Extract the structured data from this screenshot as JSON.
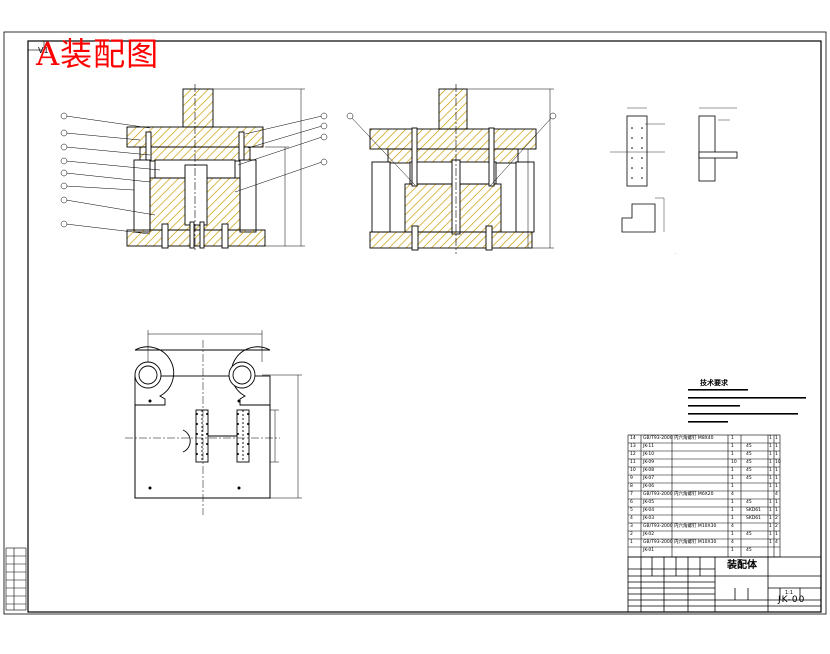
{
  "header": {
    "version_mark": "V1",
    "title": "A装配图"
  },
  "tech_requirements": {
    "heading": "技术要求"
  },
  "title_block": {
    "assembly_name": "装配体",
    "drawing_number": "JK-00",
    "scale": "1:1"
  },
  "parts_list": {
    "rows": [
      {
        "no": "14",
        "code": "GB/T93-2000",
        "name": "内六角螺钉 M8X40",
        "qty": "1",
        "material": "",
        "a": "1",
        "b": "1"
      },
      {
        "no": "13",
        "code": "JK-11",
        "name": "",
        "qty": "1",
        "material": "45",
        "a": "1",
        "b": "1"
      },
      {
        "no": "12",
        "code": "JK-10",
        "name": "",
        "qty": "1",
        "material": "45",
        "a": "1",
        "b": "1"
      },
      {
        "no": "11",
        "code": "JK-09",
        "name": "",
        "qty": "10",
        "material": "45",
        "a": "1",
        "b": "10"
      },
      {
        "no": "10",
        "code": "JK-08",
        "name": "",
        "qty": "1",
        "material": "45",
        "a": "1",
        "b": "1"
      },
      {
        "no": "9",
        "code": "JK-07",
        "name": "",
        "qty": "1",
        "material": "45",
        "a": "1",
        "b": "1"
      },
      {
        "no": "8",
        "code": "JK-06",
        "name": "",
        "qty": "1",
        "material": "",
        "a": "1",
        "b": "1"
      },
      {
        "no": "7",
        "code": "GB/T93-2000",
        "name": "内六角螺钉 M6X20",
        "qty": "4",
        "material": "",
        "a": "",
        "b": "4"
      },
      {
        "no": "6",
        "code": "JK-05",
        "name": "",
        "qty": "1",
        "material": "45",
        "a": "1",
        "b": "1"
      },
      {
        "no": "5",
        "code": "JK-04",
        "name": "",
        "qty": "1",
        "material": "SKD61",
        "a": "1",
        "b": "1"
      },
      {
        "no": "4",
        "code": "JK-03",
        "name": "",
        "qty": "1",
        "material": "SKD61",
        "a": "1",
        "b": "2"
      },
      {
        "no": "3",
        "code": "GB/T93-2000",
        "name": "内六角螺钉 M10X30",
        "qty": "4",
        "material": "",
        "a": "1",
        "b": "2"
      },
      {
        "no": "2",
        "code": "JK-02",
        "name": "",
        "qty": "1",
        "material": "45",
        "a": "1",
        "b": "1"
      },
      {
        "no": "1",
        "code": "GB/T93-2000",
        "name": "内六角螺钉 M10X30",
        "qty": "4",
        "material": "",
        "a": "1",
        "b": "4"
      },
      {
        "no": "",
        "code": "JK-01",
        "name": "",
        "qty": "1",
        "material": "45",
        "a": "",
        "b": ""
      }
    ]
  },
  "colors": {
    "title_red": "#ff0000",
    "hatch": "#c89b00",
    "leader": "#000000"
  }
}
